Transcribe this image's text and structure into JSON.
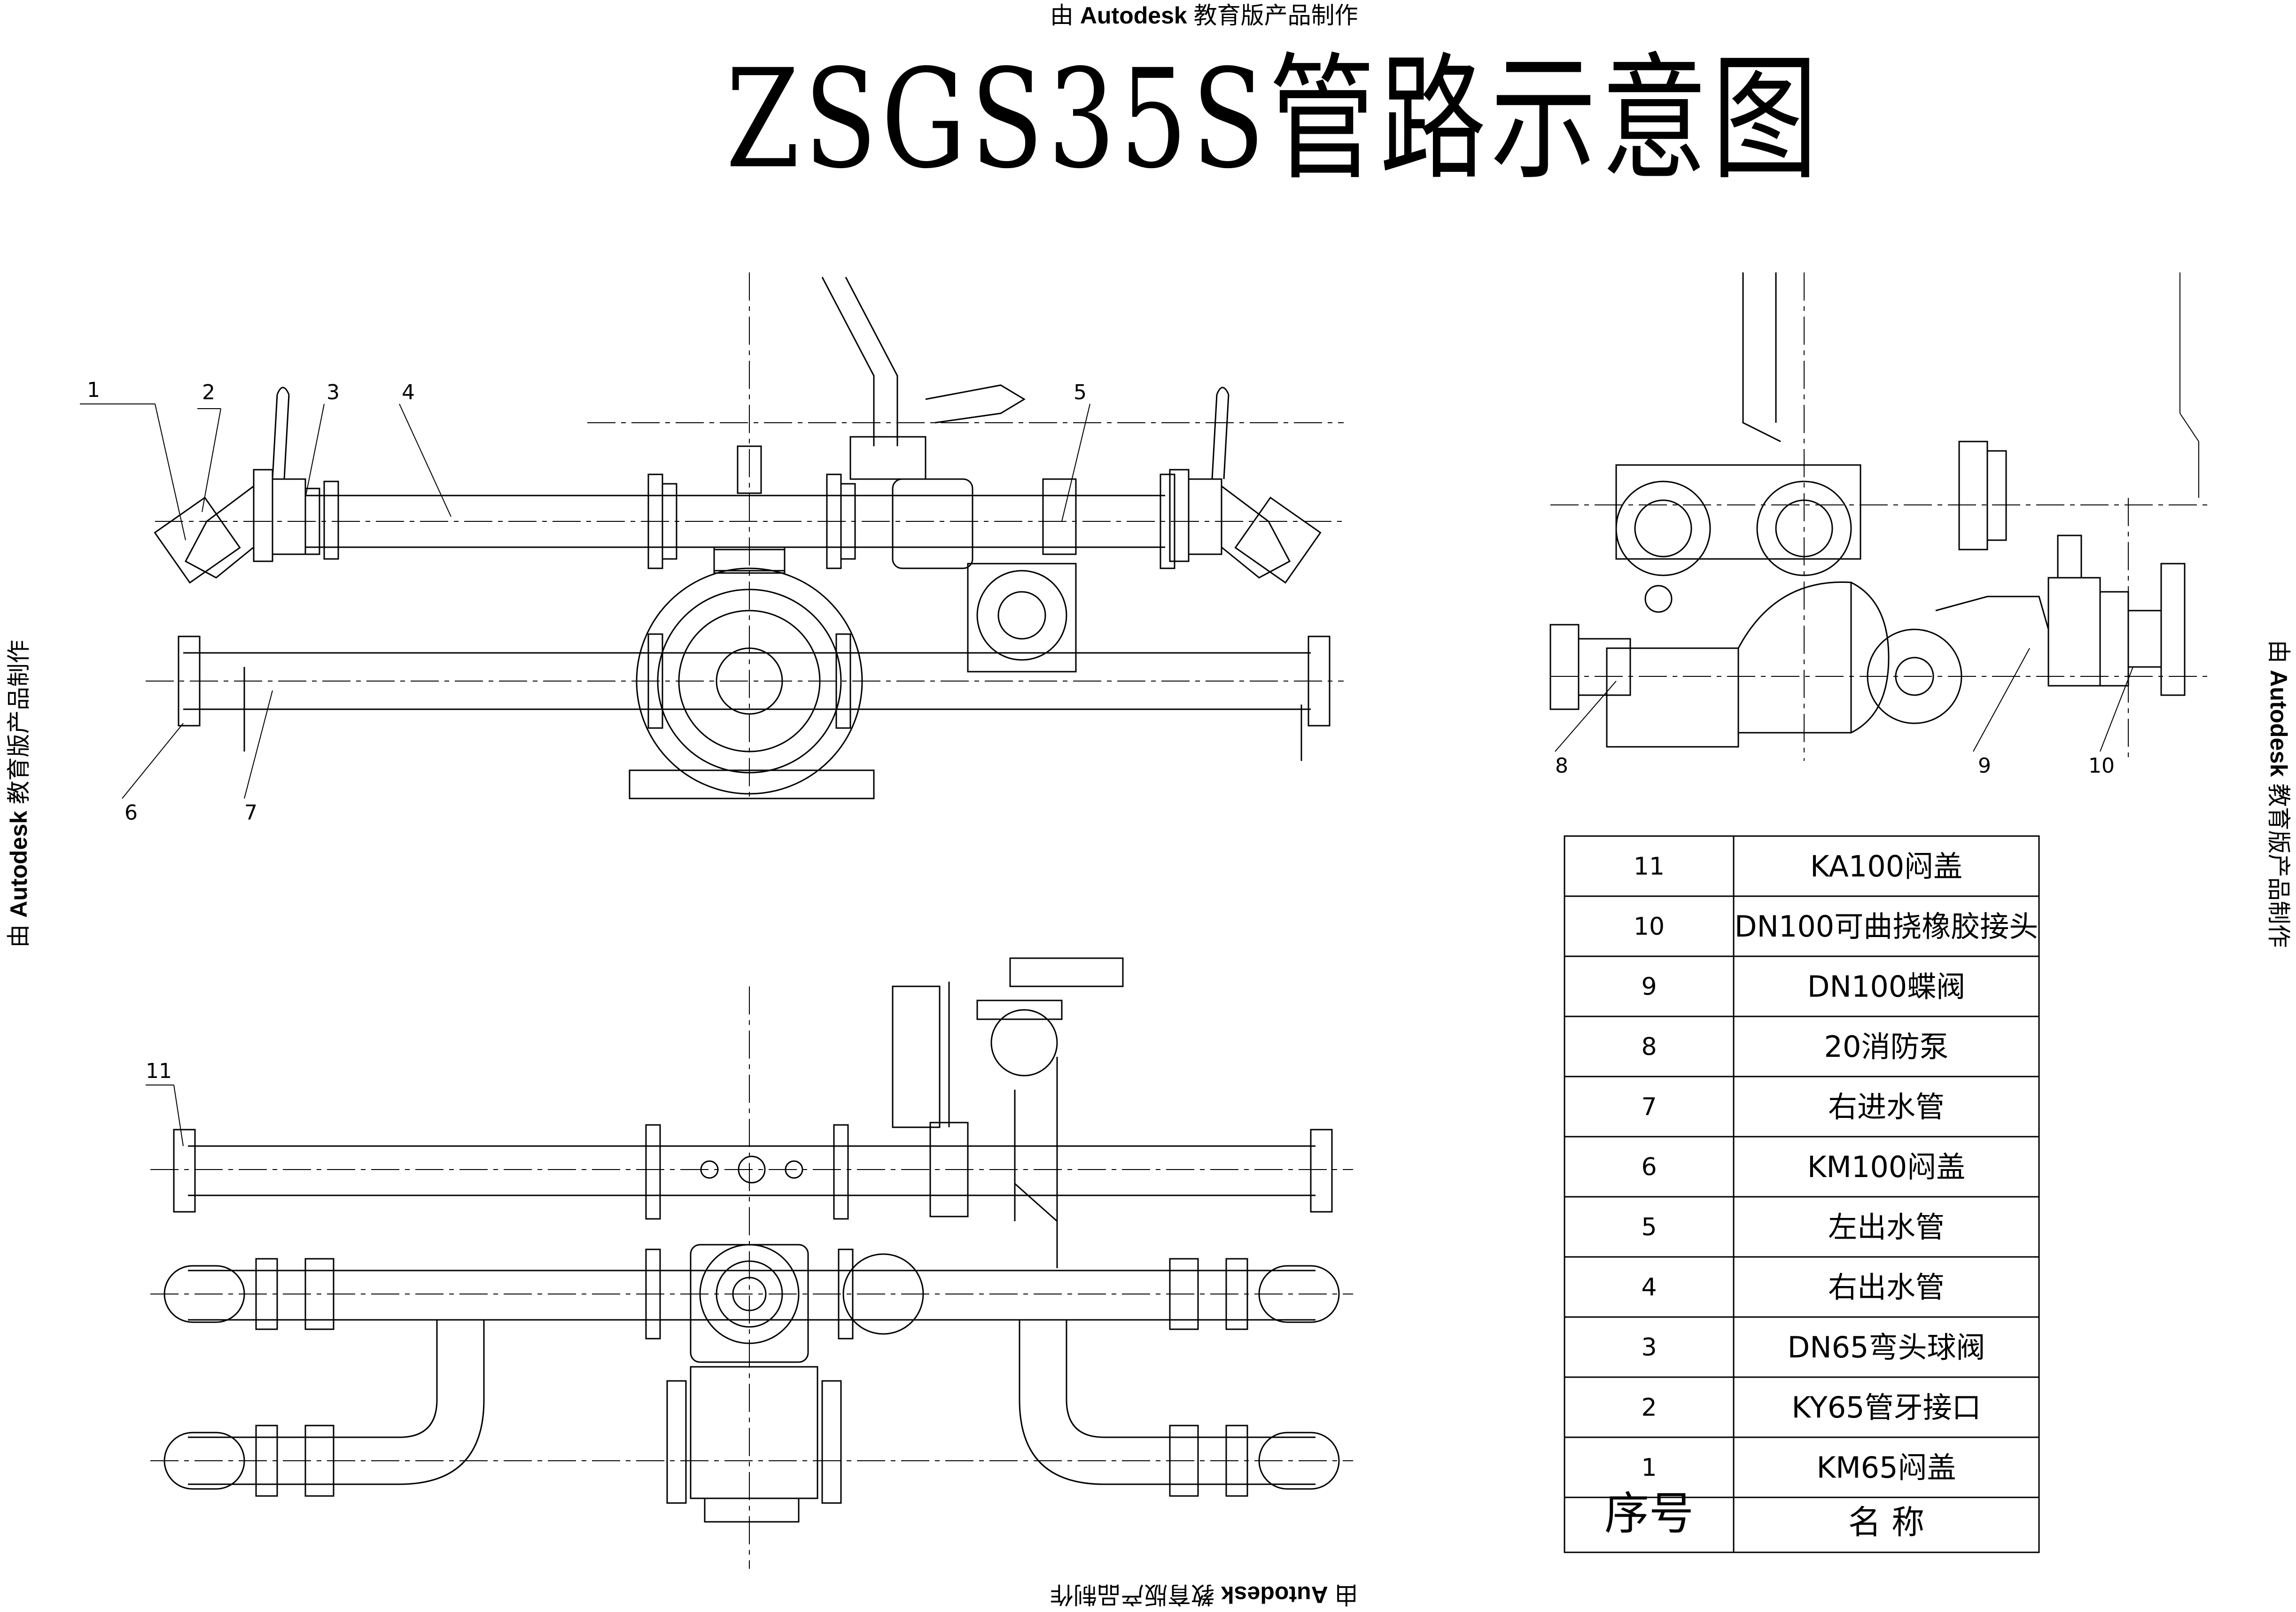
{
  "watermark": {
    "prefix": "由",
    "brand": "Autodesk",
    "suffix": "教育版产品制作"
  },
  "title": "ZSGS35S管路示意图",
  "callouts": [
    "1",
    "2",
    "3",
    "4",
    "5",
    "6",
    "7",
    "8",
    "9",
    "10",
    "11"
  ],
  "parts_table": {
    "rows": [
      {
        "no": "11",
        "name": "KA100闷盖"
      },
      {
        "no": "10",
        "name": "DN100可曲挠橡胶接头"
      },
      {
        "no": "9",
        "name": "DN100蝶阀"
      },
      {
        "no": "8",
        "name": "20消防泵"
      },
      {
        "no": "7",
        "name": "右进水管"
      },
      {
        "no": "6",
        "name": "KM100闷盖"
      },
      {
        "no": "5",
        "name": "左出水管"
      },
      {
        "no": "4",
        "name": "右出水管"
      },
      {
        "no": "3",
        "name": "DN65弯头球阀"
      },
      {
        "no": "2",
        "name": "KY65管牙接口"
      },
      {
        "no": "1",
        "name": "KM65闷盖"
      }
    ],
    "header_no": "序号",
    "header_name": "名 称"
  }
}
